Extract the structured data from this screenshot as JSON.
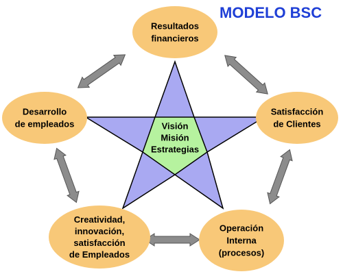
{
  "title": "MODELO BSC",
  "colors": {
    "title": "#1f3fd6",
    "node_fill": "#f8c878",
    "star_fill": "#a9a9f2",
    "center_fill": "#b6f29f",
    "arrow_fill": "#8c8c8c",
    "outline": "#000000"
  },
  "center": {
    "lines": [
      "Visión",
      "Misión",
      "Estrategias"
    ]
  },
  "nodes": [
    {
      "id": "resultados",
      "lines": [
        "Resultados",
        "financieros"
      ]
    },
    {
      "id": "satisfaccion-clientes",
      "lines": [
        "Satisfacción",
        "de Clientes"
      ]
    },
    {
      "id": "operacion-interna",
      "lines": [
        "Operación",
        "Interna",
        "(procesos)"
      ]
    },
    {
      "id": "creatividad",
      "lines": [
        "Creatividad,",
        "innovación,",
        "satisfacción",
        "de Empleados"
      ]
    },
    {
      "id": "desarrollo",
      "lines": [
        "Desarrollo",
        "de empleados"
      ]
    }
  ],
  "connectors": [
    {
      "from": "resultados",
      "to": "satisfaccion-clientes",
      "direction": "bidirectional"
    },
    {
      "from": "satisfaccion-clientes",
      "to": "operacion-interna",
      "direction": "bidirectional"
    },
    {
      "from": "operacion-interna",
      "to": "creatividad",
      "direction": "bidirectional"
    },
    {
      "from": "creatividad",
      "to": "desarrollo",
      "direction": "bidirectional"
    },
    {
      "from": "desarrollo",
      "to": "resultados",
      "direction": "bidirectional"
    }
  ]
}
